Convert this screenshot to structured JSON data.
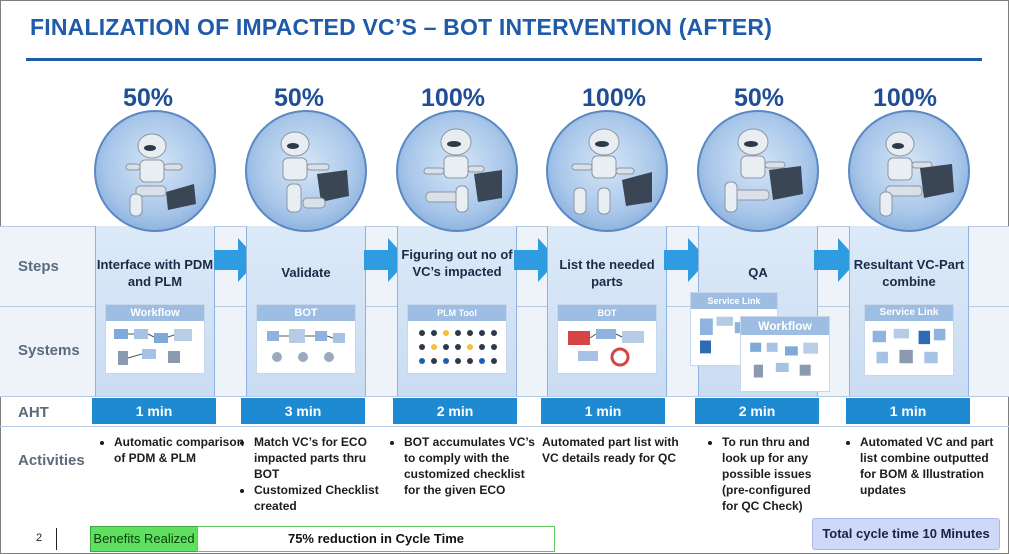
{
  "title": "FINALIZATION OF IMPACTED VC’S – BOT INTERVENTION (AFTER)",
  "row_labels": {
    "steps": "Steps",
    "systems": "Systems",
    "aht": "AHT",
    "activities": "Activities"
  },
  "columns": [
    {
      "percent": "50%",
      "step": "Interface with PDM and PLM",
      "systems": [
        "Workflow"
      ],
      "aht": "1 min",
      "activities": [
        "Automatic comparison of PDM & PLM"
      ]
    },
    {
      "percent": "50%",
      "step": "Validate",
      "systems": [
        "BOT"
      ],
      "aht": "3 min",
      "activities": [
        "Match VC’s for ECO impacted parts thru BOT",
        "Customized Checklist created"
      ]
    },
    {
      "percent": "100%",
      "step": "Figuring out no of VC’s impacted",
      "systems": [
        "PLM Tool"
      ],
      "aht": "2 min",
      "activities": [
        "BOT accumulates VC’s to comply with the customized checklist for the given ECO"
      ]
    },
    {
      "percent": "100%",
      "step": "List the needed parts",
      "systems": [
        "BOT"
      ],
      "aht": "1 min",
      "activities_plain": "Automated part list with VC details ready for QC"
    },
    {
      "percent": "50%",
      "step": "QA",
      "systems": [
        "Service Link",
        "Workflow"
      ],
      "aht": "2  min",
      "activities": [
        "To run thru and look up for any possible issues (pre-configured for QC Check)"
      ]
    },
    {
      "percent": "100%",
      "step": "Resultant VC-Part combine",
      "systems": [
        "Service Link"
      ],
      "aht": "1 min",
      "activities": [
        "Automated VC and part list combine outputted for BOM & Illustration updates"
      ]
    }
  ],
  "footer": {
    "page_number": "2",
    "benefits_label": "Benefits Realized",
    "benefits_value": "75% reduction in Cycle Time",
    "total": "Total cycle time 10 Minutes"
  },
  "colors": {
    "title": "#1f5ba8",
    "aht_bar": "#1e8ad2",
    "arrow": "#2f9be0",
    "benefits_label_bg": "#5fe05f",
    "total_bg": "#cfd8f7"
  }
}
